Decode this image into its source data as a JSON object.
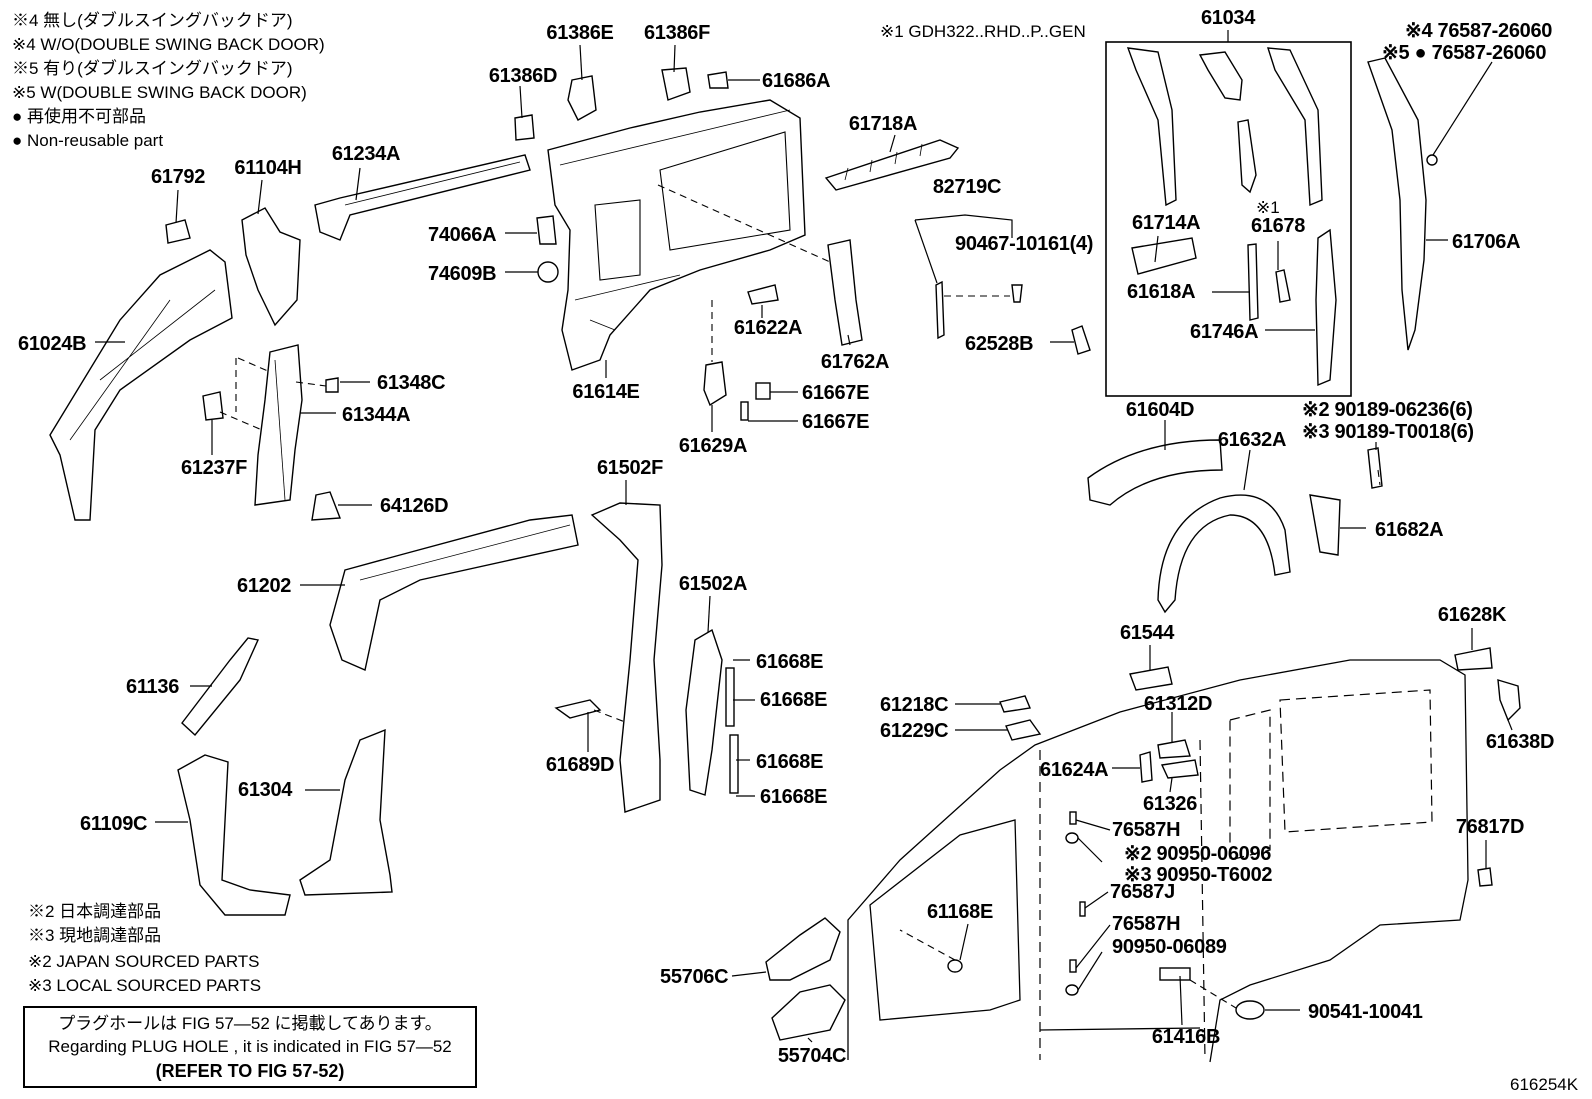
{
  "legend_top": [
    "※4 無し(ダブルスイングバックドア)",
    "※4 W/O(DOUBLE SWING BACK DOOR)",
    "※5 有り(ダブルスイングバックドア)",
    "※5 W(DOUBLE SWING BACK DOOR)",
    "● 再使用不可部品",
    "● Non-reusable part"
  ],
  "legend_bottom": [
    "※2 日本調達部品",
    "※3 現地調達部品",
    "※2 JAPAN SOURCED PARTS",
    "※3 LOCAL SOURCED PARTS"
  ],
  "note_box": {
    "line1": "プラグホールは FIG 57—52 に掲載してあります。",
    "line2": "Regarding PLUG HOLE , it is indicated in FIG 57—52",
    "line3": "(REFER TO FIG 57-52)"
  },
  "model_note": "※1 GDH322..RHD..P..GEN",
  "fig_code": "616254K",
  "group_box_label": "61034",
  "parts": {
    "p61386E": "61386E",
    "p61386F": "61386F",
    "p61386D": "61386D",
    "p61686A": "61686A",
    "p61792": "61792",
    "p61104H": "61104H",
    "p61234A": "61234A",
    "p61718A": "61718A",
    "p82719C": "82719C",
    "p90467": "90467-10161(4)",
    "p74066A": "74066A",
    "p74609B": "74609B",
    "p61024B": "61024B",
    "p61622A": "61622A",
    "p61762A": "61762A",
    "p62528B": "62528B",
    "p61614E": "61614E",
    "p61348C": "61348C",
    "p61344A": "61344A",
    "p61667E1": "61667E",
    "p61667E2": "61667E",
    "p61237F": "61237F",
    "p61629A": "61629A",
    "p64126D": "64126D",
    "p61714A": "61714A",
    "p61678_mark": "※1",
    "p61678": "61678",
    "p61618A": "61618A",
    "p61746A": "61746A",
    "p76587_4": "※4 76587-26060",
    "p76587_5": "※5 ● 76587-26060",
    "p61706A": "61706A",
    "p61604D": "61604D",
    "p61632A": "61632A",
    "p90189_2": "※2 90189-06236(6)",
    "p90189_3": "※3 90189-T0018(6)",
    "p61682A": "61682A",
    "p61502F": "61502F",
    "p61502A": "61502A",
    "p61202": "61202",
    "p61668E1": "61668E",
    "p61668E2": "61668E",
    "p61668E3": "61668E",
    "p61668E4": "61668E",
    "p61136": "61136",
    "p61689D": "61689D",
    "p61304": "61304",
    "p61109C": "61109C",
    "p61544": "61544",
    "p61628K": "61628K",
    "p61638D": "61638D",
    "p61218C": "61218C",
    "p61229C": "61229C",
    "p61312D": "61312D",
    "p61624A": "61624A",
    "p61326": "61326",
    "p76587H1": "76587H",
    "p90950_2": "※2 90950-06096",
    "p90950_3": "※3 90950-T6002",
    "p76817D": "76817D",
    "p76587J": "76587J",
    "p61168E": "61168E",
    "p76587H2": "76587H",
    "p90950_06089": "90950-06089",
    "p55706C": "55706C",
    "p55704C": "55704C",
    "p90541": "90541-10041",
    "p61416B": "61416B"
  }
}
